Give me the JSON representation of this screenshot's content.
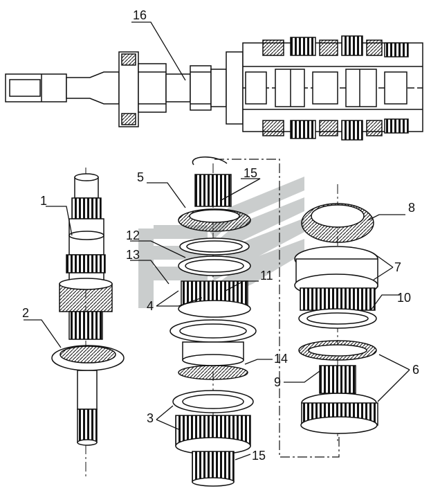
{
  "labels": {
    "l1": "1",
    "l2": "2",
    "l3": "3",
    "l4": "4",
    "l5": "5",
    "l6": "6",
    "l7": "7",
    "l8": "8",
    "l9": "9",
    "l10": "10",
    "l11": "11",
    "l12": "12",
    "l13": "13",
    "l14": "14",
    "l15a": "15",
    "l15b": "15",
    "l16": "16"
  },
  "colors": {
    "ink": "#111111",
    "watermark": "#b9bdbd"
  }
}
